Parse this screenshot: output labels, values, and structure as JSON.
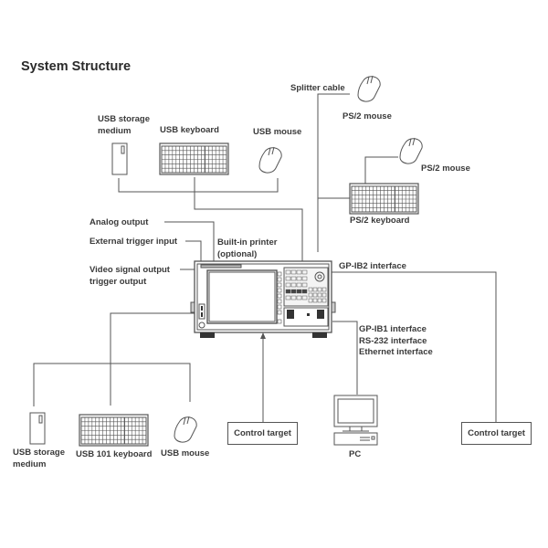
{
  "title": "System Structure",
  "labels": {
    "splitter_cable": "Splitter cable",
    "ps2_mouse_top": "PS/2 mouse",
    "ps2_mouse_right": "PS/2 mouse",
    "ps2_keyboard": "PS/2 keyboard",
    "usb_storage_top_line1": "USB storage",
    "usb_storage_top_line2": "medium",
    "usb_keyboard_top": "USB keyboard",
    "usb_mouse_top": "USB mouse",
    "analog_output": "Analog output",
    "external_trigger_input": "External trigger input",
    "builtin_printer_line1": "Built-in printer",
    "builtin_printer_line2": "(optional)",
    "video_signal_output_line1": "Video signal output",
    "video_signal_output_line2": "trigger output",
    "gpib2_interface": "GP-IB2 interface",
    "gpib1_interface": "GP-IB1 interface",
    "rs232_interface": "RS-232 interface",
    "ethernet_interface": "Ethernet interface",
    "usb_storage_bottom_line1": "USB storage",
    "usb_storage_bottom_line2": "medium",
    "usb_101_keyboard": "USB 101 keyboard",
    "usb_mouse_bottom": "USB mouse",
    "control_target_center": "Control target",
    "pc": "PC",
    "control_target_right": "Control target"
  },
  "colors": {
    "line": "#555555",
    "text": "#3a3a3a"
  }
}
